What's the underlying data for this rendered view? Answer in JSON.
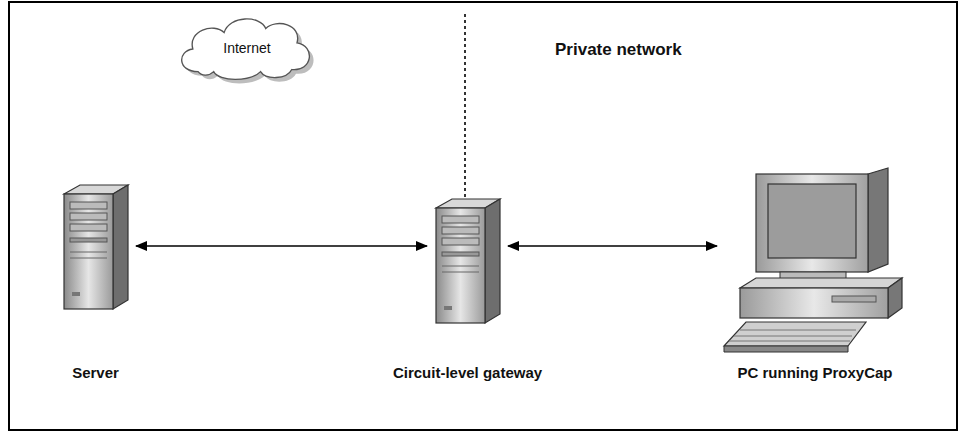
{
  "diagram": {
    "nodes": [
      {
        "text": [
          "Internet"
        ]
      },
      {
        "text": [
          "Server"
        ]
      },
      {
        "text": [
          "Circuit-level gateway"
        ]
      },
      {
        "text": [
          "PC running ProxyCap"
        ]
      }
    ],
    "edges": [
      {
        "from": 1,
        "to": 2,
        "arrow": "both"
      },
      {
        "from": 2,
        "to": 3,
        "arrow": "both"
      }
    ],
    "labels": [
      "Private network"
    ]
  }
}
